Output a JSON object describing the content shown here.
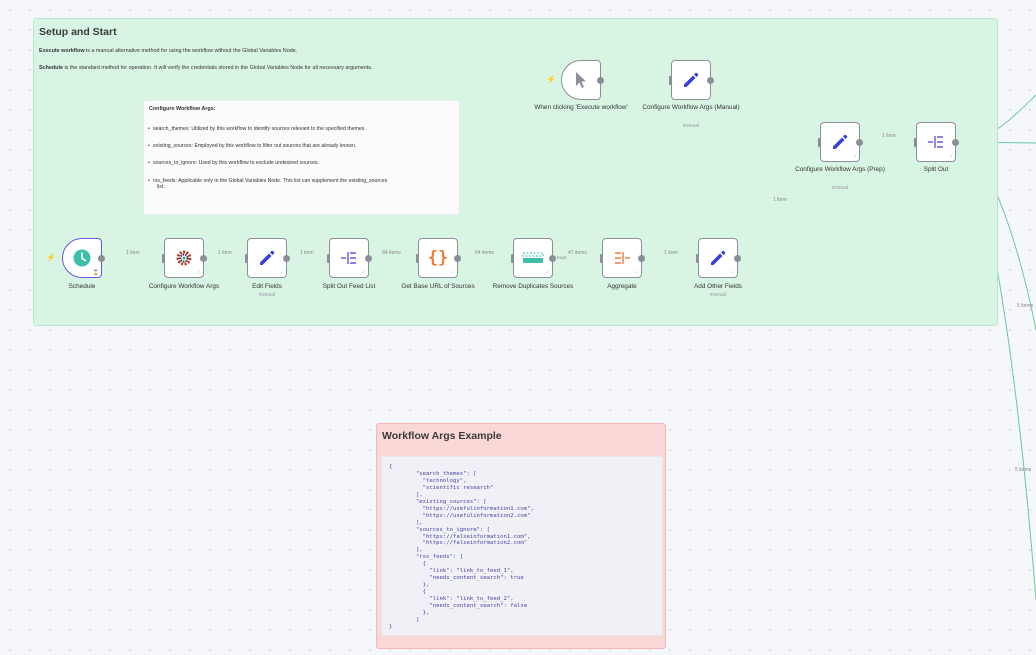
{
  "setup_note": {
    "title": "Setup and Start",
    "line1_bold": "Execute workflow",
    "line1_rest": " is a manual alternative method for using the workflow without the Global Variables Node.",
    "line2_bold": "Schedule",
    "line2_rest": " is the standard method for operation. It will verify the credentials stored in the Global Variables Node for all necessary arguments.",
    "args_box": {
      "title": "Configure Workflow Args:",
      "bullets": [
        "search_themes: Utilized by this workflow to identify sources relevant to the specified themes.",
        "existing_sources: Employed by this workflow to filter out sources that are already known.",
        "sources_to_ignore: Used by this workflow to exclude undesired sources.",
        "rss_feeds: Applicable only in the Global Variables Node. This list can supplement the existing_sources",
        "list."
      ]
    }
  },
  "example_note": {
    "title": "Workflow Args Example",
    "code": "{\n        \"search_themes\": [\n          \"technology\",\n          \"scientific research\"\n        ],\n        \"existing_sources\": [\n          \"https://usefulinformation1.com\",\n          \"https://usefulinformation2.com\"\n        ],\n        \"sources_to_ignore\": [\n          \"https://falseinformation1.com\",\n          \"https://falseinformation2.com\"\n        ],\n        \"rss_feeds\": [\n          {\n            \"link\": \"link_to_feed_1\",\n            \"needs_content_search\": true\n          },\n          {\n            \"link\": \"link_to_feed_2\",\n            \"needs_content_search\": false\n          },\n        ]\n}"
  },
  "nodes": {
    "manual_trigger": {
      "label": "When clicking 'Execute workflow'",
      "icon": "cursor-icon"
    },
    "config_manual": {
      "label": "Configure Workflow Args (Manual)",
      "sub": "manual",
      "icon": "pencil-icon"
    },
    "config_prep": {
      "label": "Configure Workflow Args (Prep)",
      "sub": "manual",
      "icon": "pencil-icon"
    },
    "split_out": {
      "label": "Split Out",
      "icon": "split-icon"
    },
    "schedule": {
      "label": "Schedule",
      "icon": "clock-icon"
    },
    "config_args": {
      "label": "Configure Workflow Args",
      "icon": "gear-cluster-icon"
    },
    "edit_fields": {
      "label": "Edit Fields",
      "sub": "manual",
      "icon": "pencil-icon"
    },
    "split_feed": {
      "label": "Split Out Feed List",
      "icon": "split-icon"
    },
    "base_url": {
      "label": "Get Base URL of Sources",
      "icon": "braces-icon"
    },
    "remove_dup": {
      "label": "Remove Duplicates Sources",
      "icon": "dedupe-icon"
    },
    "aggregate": {
      "label": "Aggregate",
      "icon": "aggregate-icon"
    },
    "add_fields": {
      "label": "Add Other Fields",
      "sub": "manual",
      "icon": "pencil-icon"
    }
  },
  "edges": {
    "prep_split": "1 item",
    "add_prep": "1 item",
    "sched_config": "1 item",
    "config_edit": "1 item",
    "edit_split": "1 item",
    "split_base": "84 items",
    "base_dedupe": "64 items",
    "dedupe_agg": "47 items",
    "agg_add": "1 item",
    "dedupe_port": "Kept",
    "right_upper": "5 items",
    "right_lower": "5 items"
  },
  "colors": {
    "green_note": "#d8f5e3",
    "red_note": "#fbd8d8",
    "pencil": "#3a3fd8",
    "schedule": "#3dbfa8",
    "braces": "#f07a3c",
    "aggregate": "#f07a3c",
    "split": "#6b55d6",
    "edge": "#8b8f9a",
    "edge_right": "#6cc9a0"
  }
}
